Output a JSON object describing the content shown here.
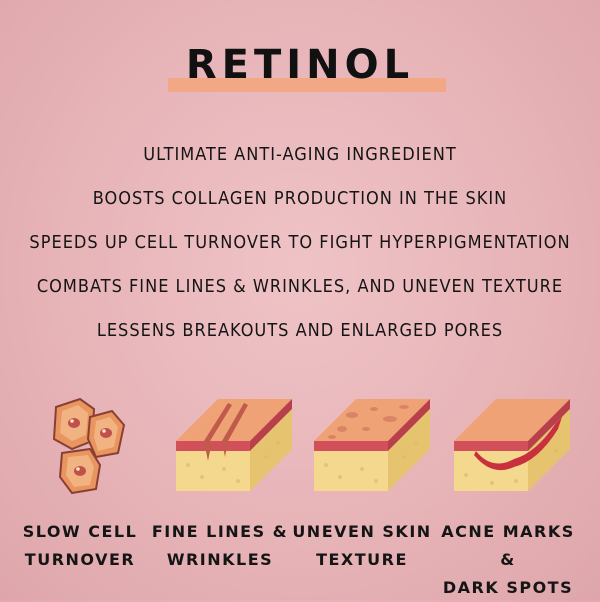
{
  "title": "RETINOL",
  "benefits": [
    "ULTIMATE ANTI-AGING INGREDIENT",
    "BOOSTS COLLAGEN PRODUCTION IN THE SKIN",
    "SPEEDS UP CELL TURNOVER TO FIGHT HYPERPIGMENTATION",
    "COMBATS FINE LINES & WRINKLES, AND UNEVEN TEXTURE",
    "LESSENS BREAKOUTS AND ENLARGED PORES"
  ],
  "conditions": [
    {
      "line1": "SLOW CELL",
      "line2": "TURNOVER",
      "icon": "skin-cells-icon"
    },
    {
      "line1": "FINE LINES &",
      "line2": "WRINKLES",
      "icon": "wrinkled-skin-icon"
    },
    {
      "line1": "UNEVEN SKIN",
      "line2": "TEXTURE",
      "icon": "uneven-skin-icon"
    },
    {
      "line1": "ACNE MARKS &",
      "line2": "DARK SPOTS",
      "icon": "acne-skin-icon"
    }
  ],
  "colors": {
    "background": "#e7b4b8",
    "accent_bar": "#f2a884",
    "skin_top": "#f0a277",
    "skin_red": "#d2505a",
    "fat_layer": "#f4d88d"
  }
}
